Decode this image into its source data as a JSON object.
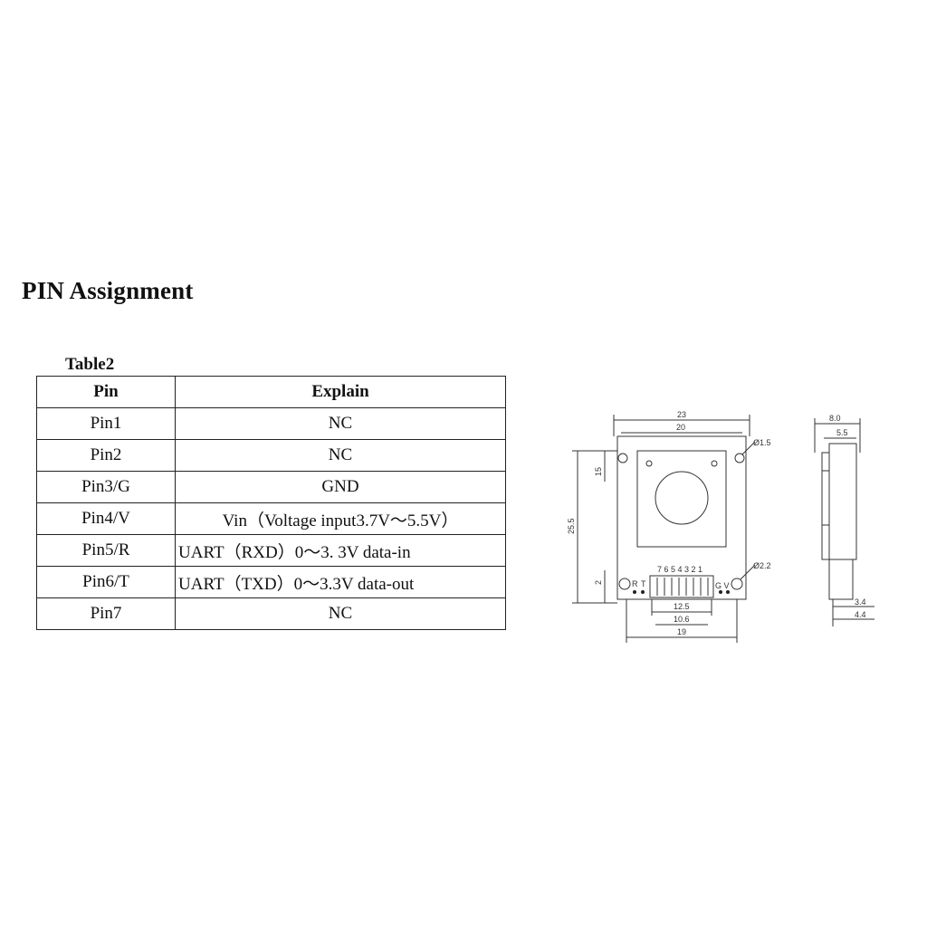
{
  "heading": "PIN Assignment",
  "table_caption": "Table2",
  "table": {
    "headers": [
      "Pin",
      "Explain"
    ],
    "rows": [
      {
        "pin": "Pin1",
        "explain": "NC"
      },
      {
        "pin": "Pin2",
        "explain": "NC"
      },
      {
        "pin": "Pin3/G",
        "explain": "GND"
      },
      {
        "pin": "Pin4/V",
        "explain": "Vin（Voltage input3.7V～5.5V）"
      },
      {
        "pin": "Pin5/R",
        "explain": "UART（RXD）0～3. 3V  data-in"
      },
      {
        "pin": "Pin6/T",
        "explain": "UART（TXD）0～3.3V data-out"
      },
      {
        "pin": "Pin7",
        "explain": "NC"
      }
    ]
  },
  "drawing": {
    "front": {
      "width_outer": "23",
      "width_inner": "20",
      "hole_top": "Ø1.5",
      "height": "25.5",
      "offset_top": "15",
      "offset_bottom": "2",
      "hole_bottom": "Ø2.2",
      "connector_numbers": "7 6 5 4 3 2 1",
      "label_r": "R",
      "label_t": "T",
      "label_gv": "G V",
      "dim_125": "12.5",
      "dim_106": "10.6",
      "dim_19": "19"
    },
    "side": {
      "width_outer": "8.0",
      "width_inner": "5.5",
      "dim_34": "3.4",
      "dim_44": "4.4"
    }
  }
}
